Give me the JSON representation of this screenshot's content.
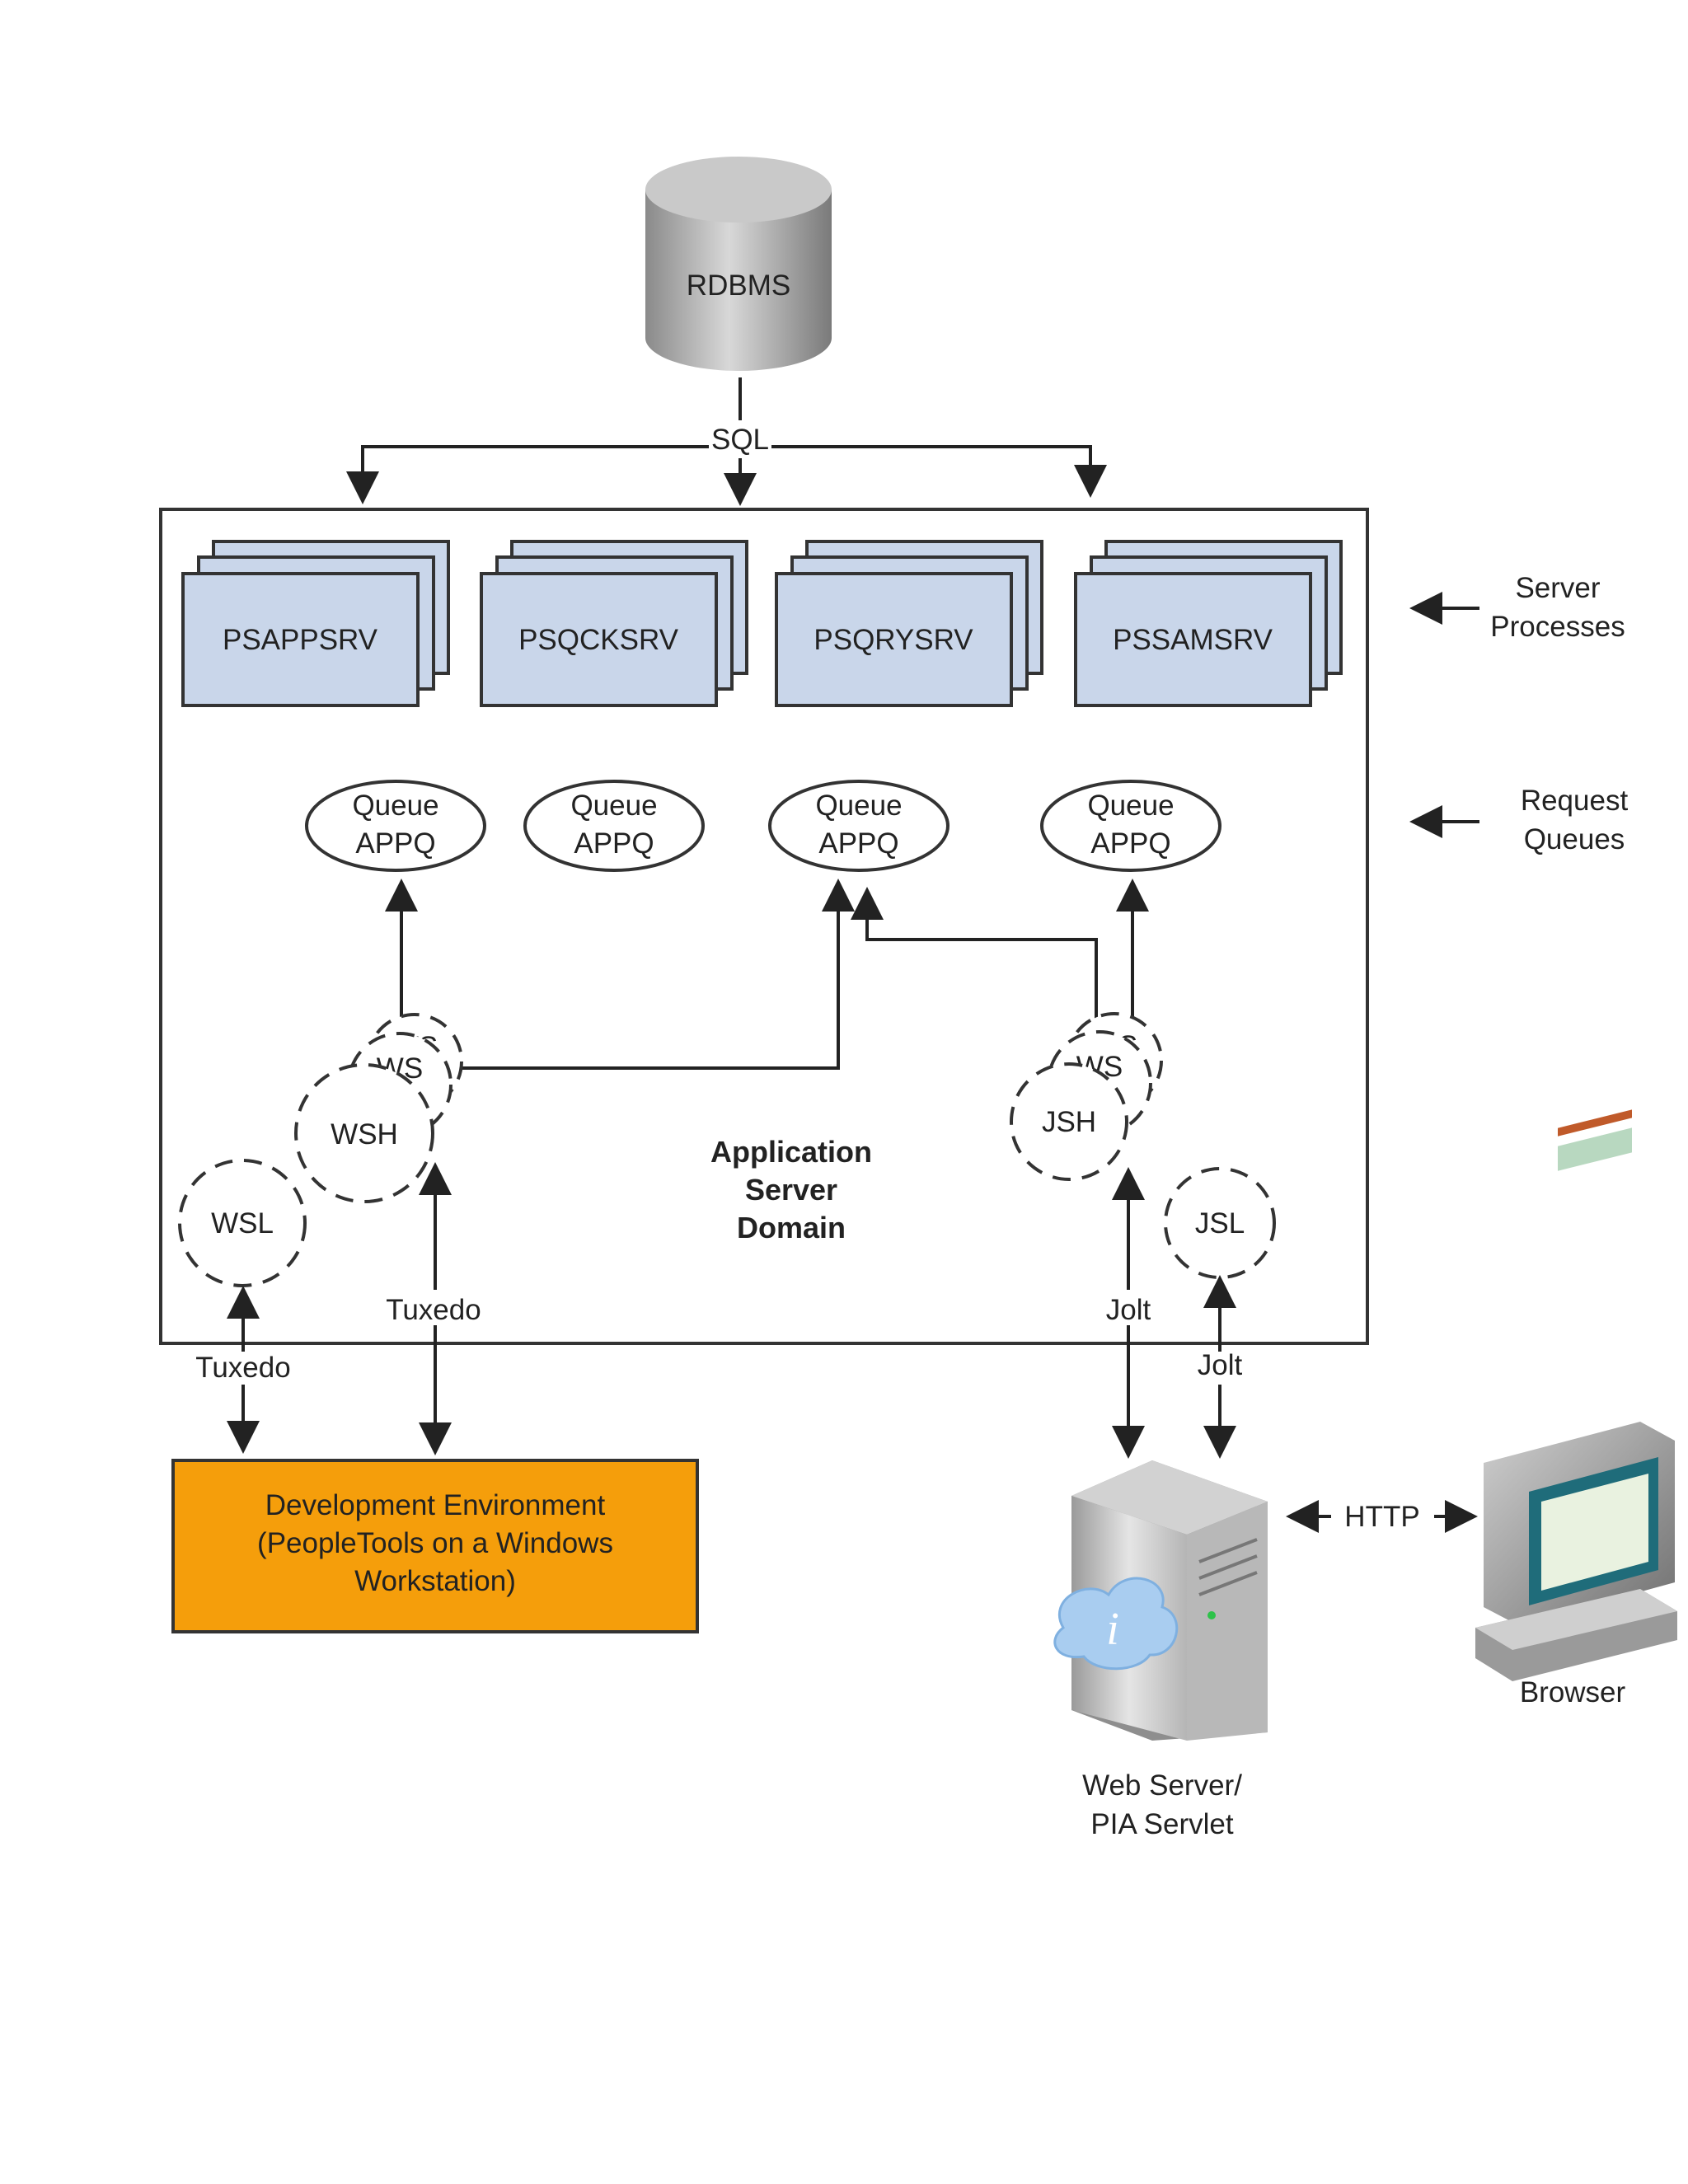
{
  "rdbms": "RDBMS",
  "sql": "SQL",
  "server_processes": [
    "PSAPPSRV",
    "PSQCKSRV",
    "PSQRYSRV",
    "PSSAMSRV"
  ],
  "queues": [
    {
      "line1": "Queue",
      "line2": "APPQ"
    },
    {
      "line1": "Queue",
      "line2": "APPQ"
    },
    {
      "line1": "Queue",
      "line2": "APPQ"
    },
    {
      "line1": "Queue",
      "line2": "APPQ"
    }
  ],
  "legend": {
    "server_processes": [
      "Server",
      "Processes"
    ],
    "request_queues": [
      "Request",
      "Queues"
    ]
  },
  "handlers": {
    "wsh": "WSH",
    "ws_back": "WS",
    "ws_back2": "WS",
    "wsl": "WSL",
    "jsh": "JSH",
    "js_back": "WS",
    "js_back2": "WS",
    "jsl": "JSL"
  },
  "domain_label": [
    "Application",
    "Server",
    "Domain"
  ],
  "protocols": {
    "tuxedo_inner": "Tuxedo",
    "tuxedo_outer": "Tuxedo",
    "jolt_inner": "Jolt",
    "jolt_outer": "Jolt",
    "http": "HTTP"
  },
  "dev_env": [
    "Development Environment",
    "(PeopleTools on a Windows",
    "Workstation)"
  ],
  "web_server": [
    "Web Server/",
    "PIA Servlet"
  ],
  "browser": "Browser",
  "colors": {
    "process_fill": "#c9d6ea",
    "dev_env_fill": "#f59e0b",
    "db_gray": "#9a9a9a",
    "cloud_blue": "#a9cdf0"
  }
}
